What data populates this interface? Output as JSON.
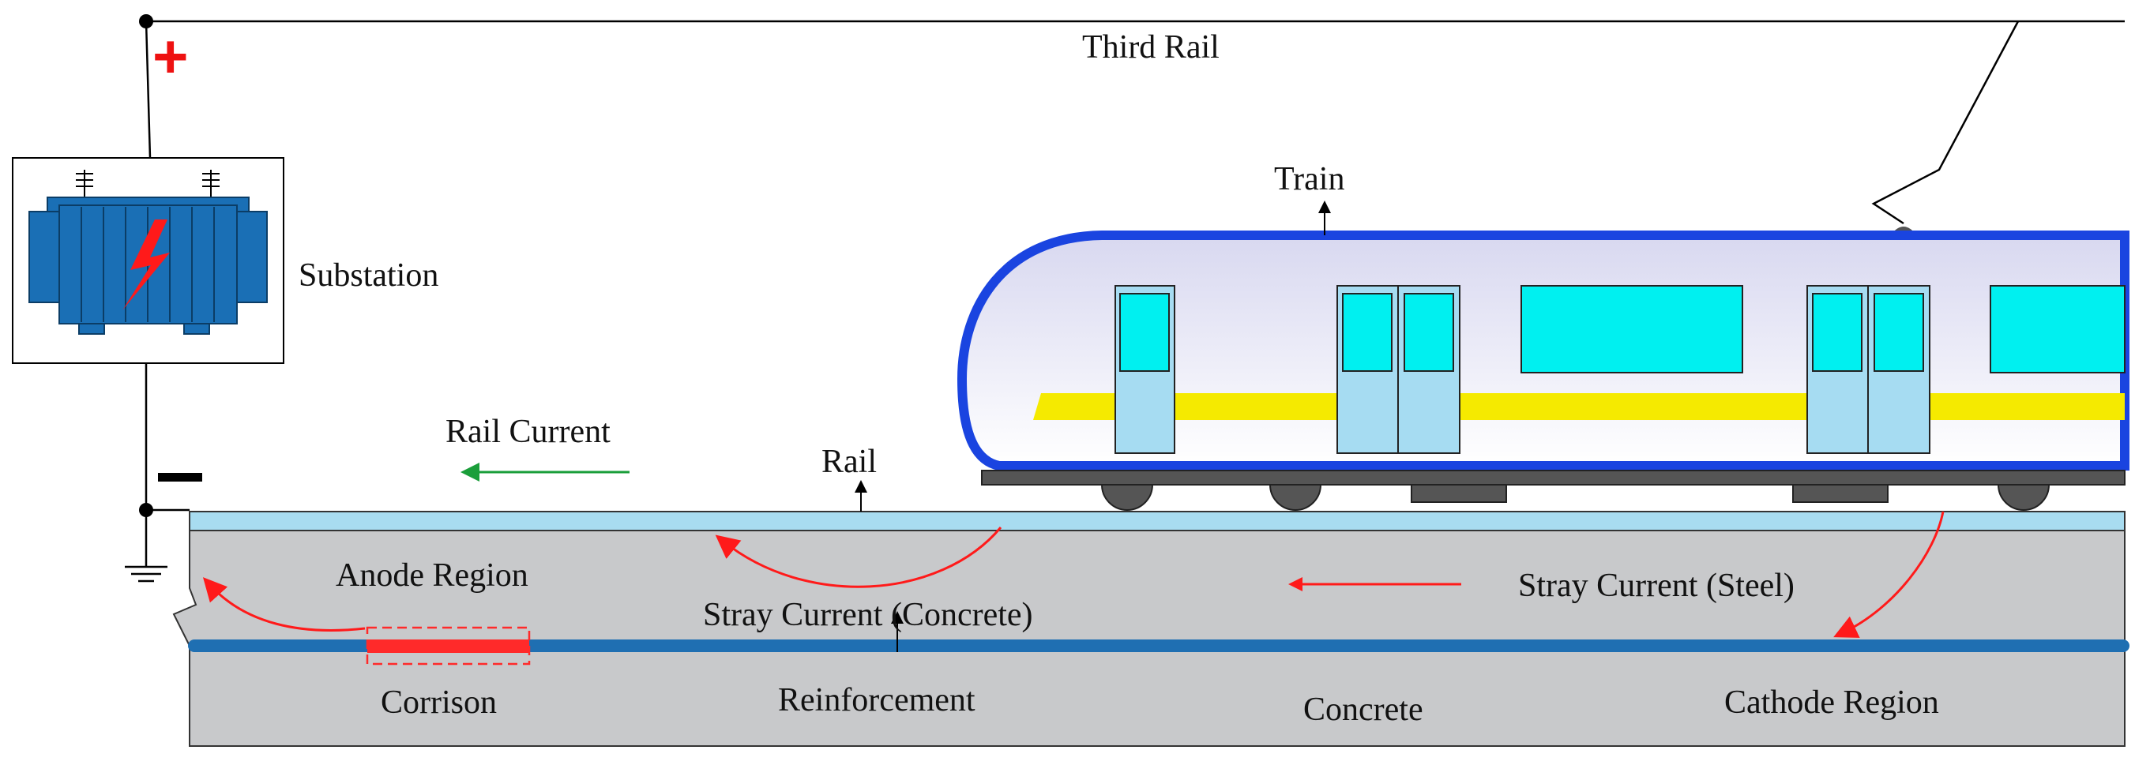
{
  "labels": {
    "third_rail": "Third Rail",
    "train": "Train",
    "substation": "Substation",
    "rail_current": "Rail Current",
    "rail": "Rail",
    "anode_region": "Anode Region",
    "stray_current_concrete": "Stray Current (Concrete)",
    "stray_current_steel": "Stray Current (Steel)",
    "corrosion": "Corrison",
    "reinforcement": "Reinforcement",
    "concrete": "Concrete",
    "cathode_region": "Cathode Region"
  },
  "signs": {
    "positive": "+",
    "negative": "−"
  },
  "colors": {
    "stray_current_arrow": "#ff1a1a",
    "rail_current_arrow": "#1a9e3a",
    "rail": "#a8dcf0",
    "concrete": "#c8c9cb",
    "reinforcement": "#1f6fb2",
    "corrosion": "#ff2a2a",
    "train_outline": "#1a44e0",
    "train_window": "#00f0f0",
    "train_stripe": "#f5ea00",
    "transformer": "#1a6fb5"
  },
  "icons": {
    "substation": "transformer-icon",
    "ground": "ground-icon",
    "lightning": "lightning-icon"
  }
}
